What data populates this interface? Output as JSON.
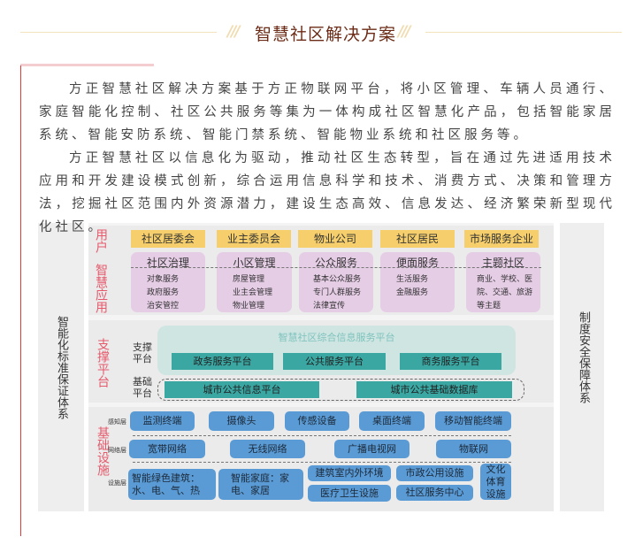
{
  "header": {
    "title": "智慧社区解决方案",
    "decoration": "///"
  },
  "paragraphs": [
    "方正智慧社区解决方案基于方正物联网平台，将小区管理、车辆人员通行、家庭智能化控制、社区公共服务等集为一体构成社区智慧化产品，包括智能家居系统、智能安防系统、智能门禁系统、智能物业系统和社区服务等。",
    "方正智慧社区以信息化为驱动，推动社区生态转型，旨在通过先进适用技术应用和开发建设模式创新，综合运用信息科学和技术、消费方式、决策和管理方法，挖掘社区范围内外资源潜力，建设生态高效、信息发达、经济繁荣新型现代化社区。"
  ],
  "diagram": {
    "left_column": "智能化标准保证体系",
    "right_column": "制度安全保障体系",
    "users_label": "用户",
    "apps_label": "智慧应用",
    "users": [
      "社区居委会",
      "业主委员会",
      "物业公司",
      "社区居民",
      "市场服务企业"
    ],
    "apps": [
      {
        "title": "社区治理",
        "items": [
          "对象服务",
          "政府服务",
          "治安管控"
        ]
      },
      {
        "title": "小区管理",
        "items": [
          "房屋管理",
          "业主会管理",
          "物业管理"
        ]
      },
      {
        "title": "公众服务",
        "items": [
          "基本公众服务",
          "专门人群服务",
          "法律宣传"
        ]
      },
      {
        "title": "便面服务",
        "items": [
          "生活服务",
          "金融服务"
        ]
      },
      {
        "title": "主题社区",
        "items": [
          "商业、学校、医",
          "院、交通、旅游",
          "等主题"
        ]
      }
    ],
    "platform_label": "支撑平台",
    "support_label": "支撑平台",
    "base_label": "基础平台",
    "integrated_platform": "智慧社区综合信息服务平台",
    "support_platforms": [
      "政务服务平台",
      "公共服务平台",
      "商务服务平台"
    ],
    "base_platforms": [
      "城市公共信息平台",
      "城市公共基础数据库"
    ],
    "infra_label": "基础设施",
    "layers": {
      "perception": "感知层",
      "network": "网络层",
      "facility": "设施层"
    },
    "perception": [
      "监测终端",
      "摄像头",
      "传感设备",
      "桌面终端",
      "移动智能终端"
    ],
    "network": [
      "宽带网络",
      "无线网络",
      "广播电视网",
      "物联网"
    ],
    "facilities": {
      "green_building": "智能绿色建筑：水、电、气、热",
      "smart_home": "智能家庭：家电、家居",
      "environment": "建筑室内外环境",
      "medical": "医疗卫生设施",
      "municipal": "市政公用设施",
      "service_center": "社区服务中心",
      "culture_sports": "文化体育设施"
    }
  }
}
